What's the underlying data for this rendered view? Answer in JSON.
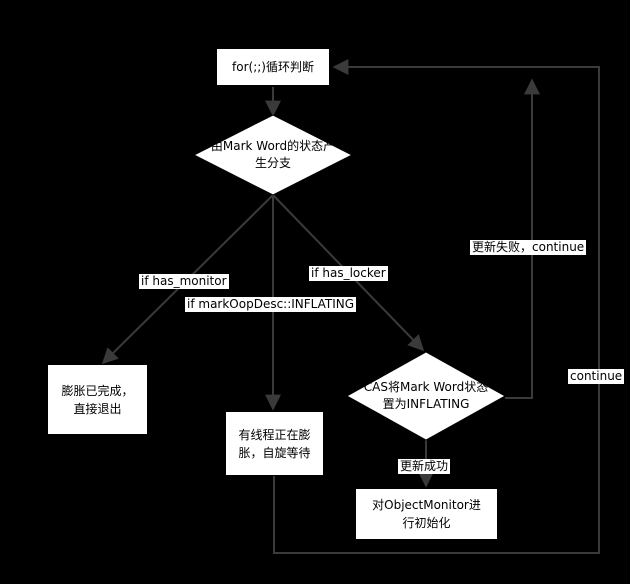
{
  "nodes": {
    "loop": "for(;;)循环判断",
    "branch": "由Mark Word的状态产\n生分支",
    "done": "膨胀已完成，\n直接退出",
    "waiting": "有线程正在膨\n胀，自旋等待",
    "cas": "CAS将Mark Word状态\n置为INFLATING",
    "init": "对ObjectMonitor进\n行初始化"
  },
  "edges": {
    "has_monitor": "if has_monitor",
    "inflating": "if markOopDesc::INFLATING",
    "has_locker": "if has_locker",
    "cas_fail": "更新失败，continue",
    "cas_success": "更新成功",
    "continue": "continue"
  },
  "colors": {
    "background": "#000000",
    "line": "#3a3a3a",
    "node": "#ffffff",
    "text": "#000000"
  }
}
